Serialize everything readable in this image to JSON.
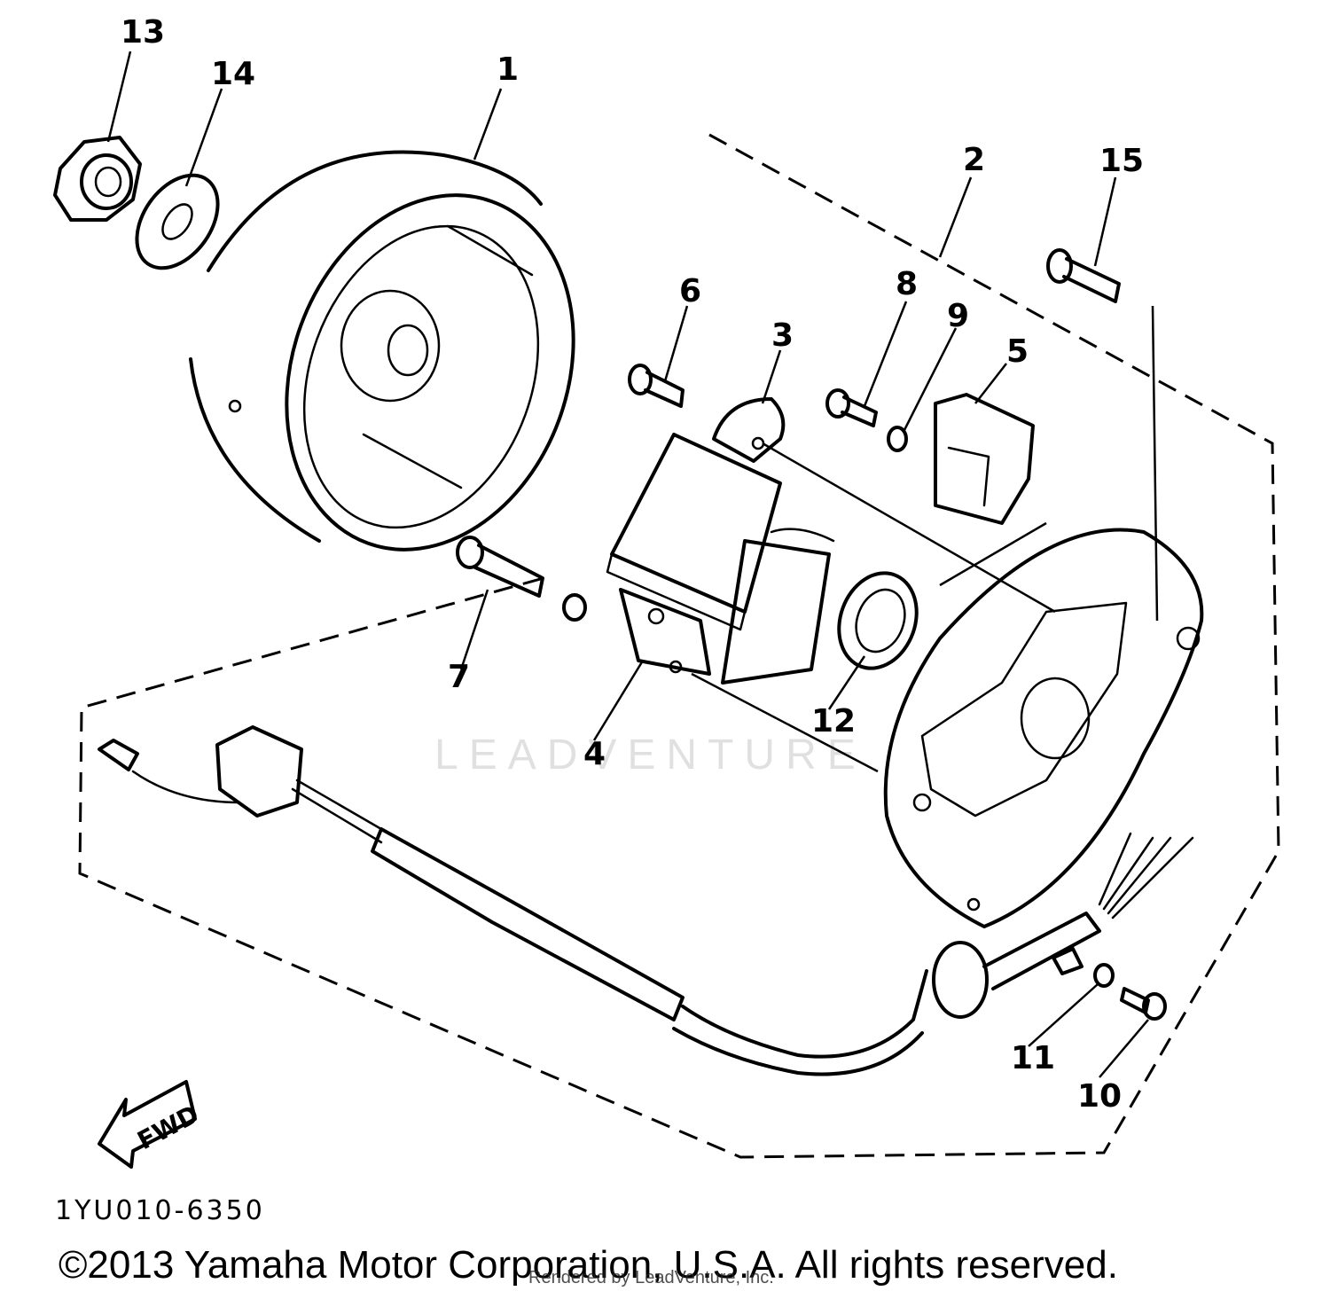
{
  "callouts": [
    "1",
    "2",
    "3",
    "4",
    "5",
    "6",
    "7",
    "8",
    "9",
    "10",
    "11",
    "12",
    "13",
    "14",
    "15"
  ],
  "fwd_label": "FWD",
  "drawing_code": "1YU010-6350",
  "copyright": "©2013 Yamaha Motor Corporation, U.S.A. All rights reserved.",
  "rendered_by": "Rendered by LeadVenture, Inc.",
  "watermark": "LEADVENTURE"
}
